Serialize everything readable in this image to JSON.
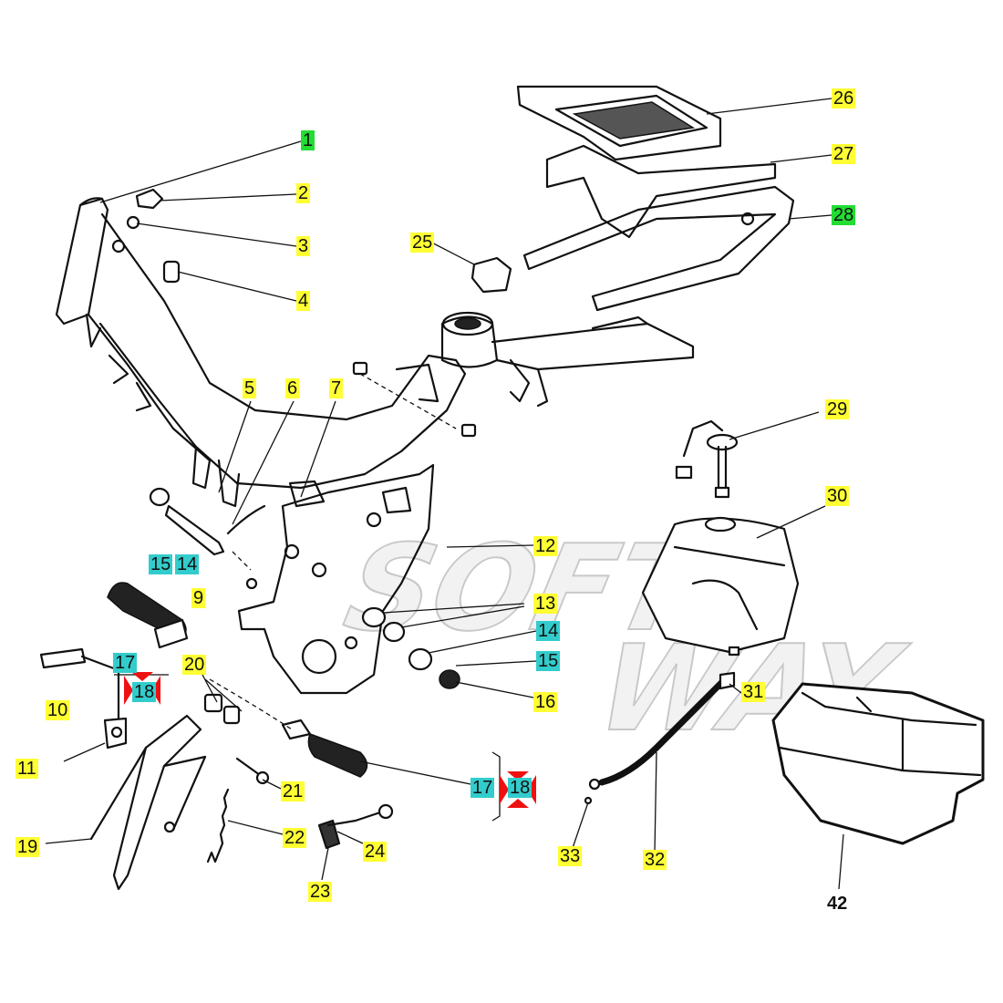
{
  "watermark": {
    "line1": "SOFT",
    "line2": "WAY"
  },
  "colors": {
    "yellow": "#ffff33",
    "green": "#22dd33",
    "cyan": "#33cccc",
    "marker_red": "#ee1111"
  },
  "callouts": {
    "c1": "1",
    "c2": "2",
    "c3": "3",
    "c4": "4",
    "c5": "5",
    "c6": "6",
    "c7": "7",
    "c9": "9",
    "c10": "10",
    "c11": "11",
    "c12": "12",
    "c13": "13",
    "c14a": "14",
    "c14b": "14",
    "c15a": "15",
    "c15b": "15",
    "c16": "16",
    "c17a": "17",
    "c17b": "17",
    "c18a": "18",
    "c18b": "18",
    "c19": "19",
    "c20": "20",
    "c21": "21",
    "c22": "22",
    "c23": "23",
    "c24": "24",
    "c25": "25",
    "c26": "26",
    "c27": "27",
    "c28": "28",
    "c29": "29",
    "c30": "30",
    "c31": "31",
    "c32": "32",
    "c33": "33",
    "c42": "42"
  }
}
